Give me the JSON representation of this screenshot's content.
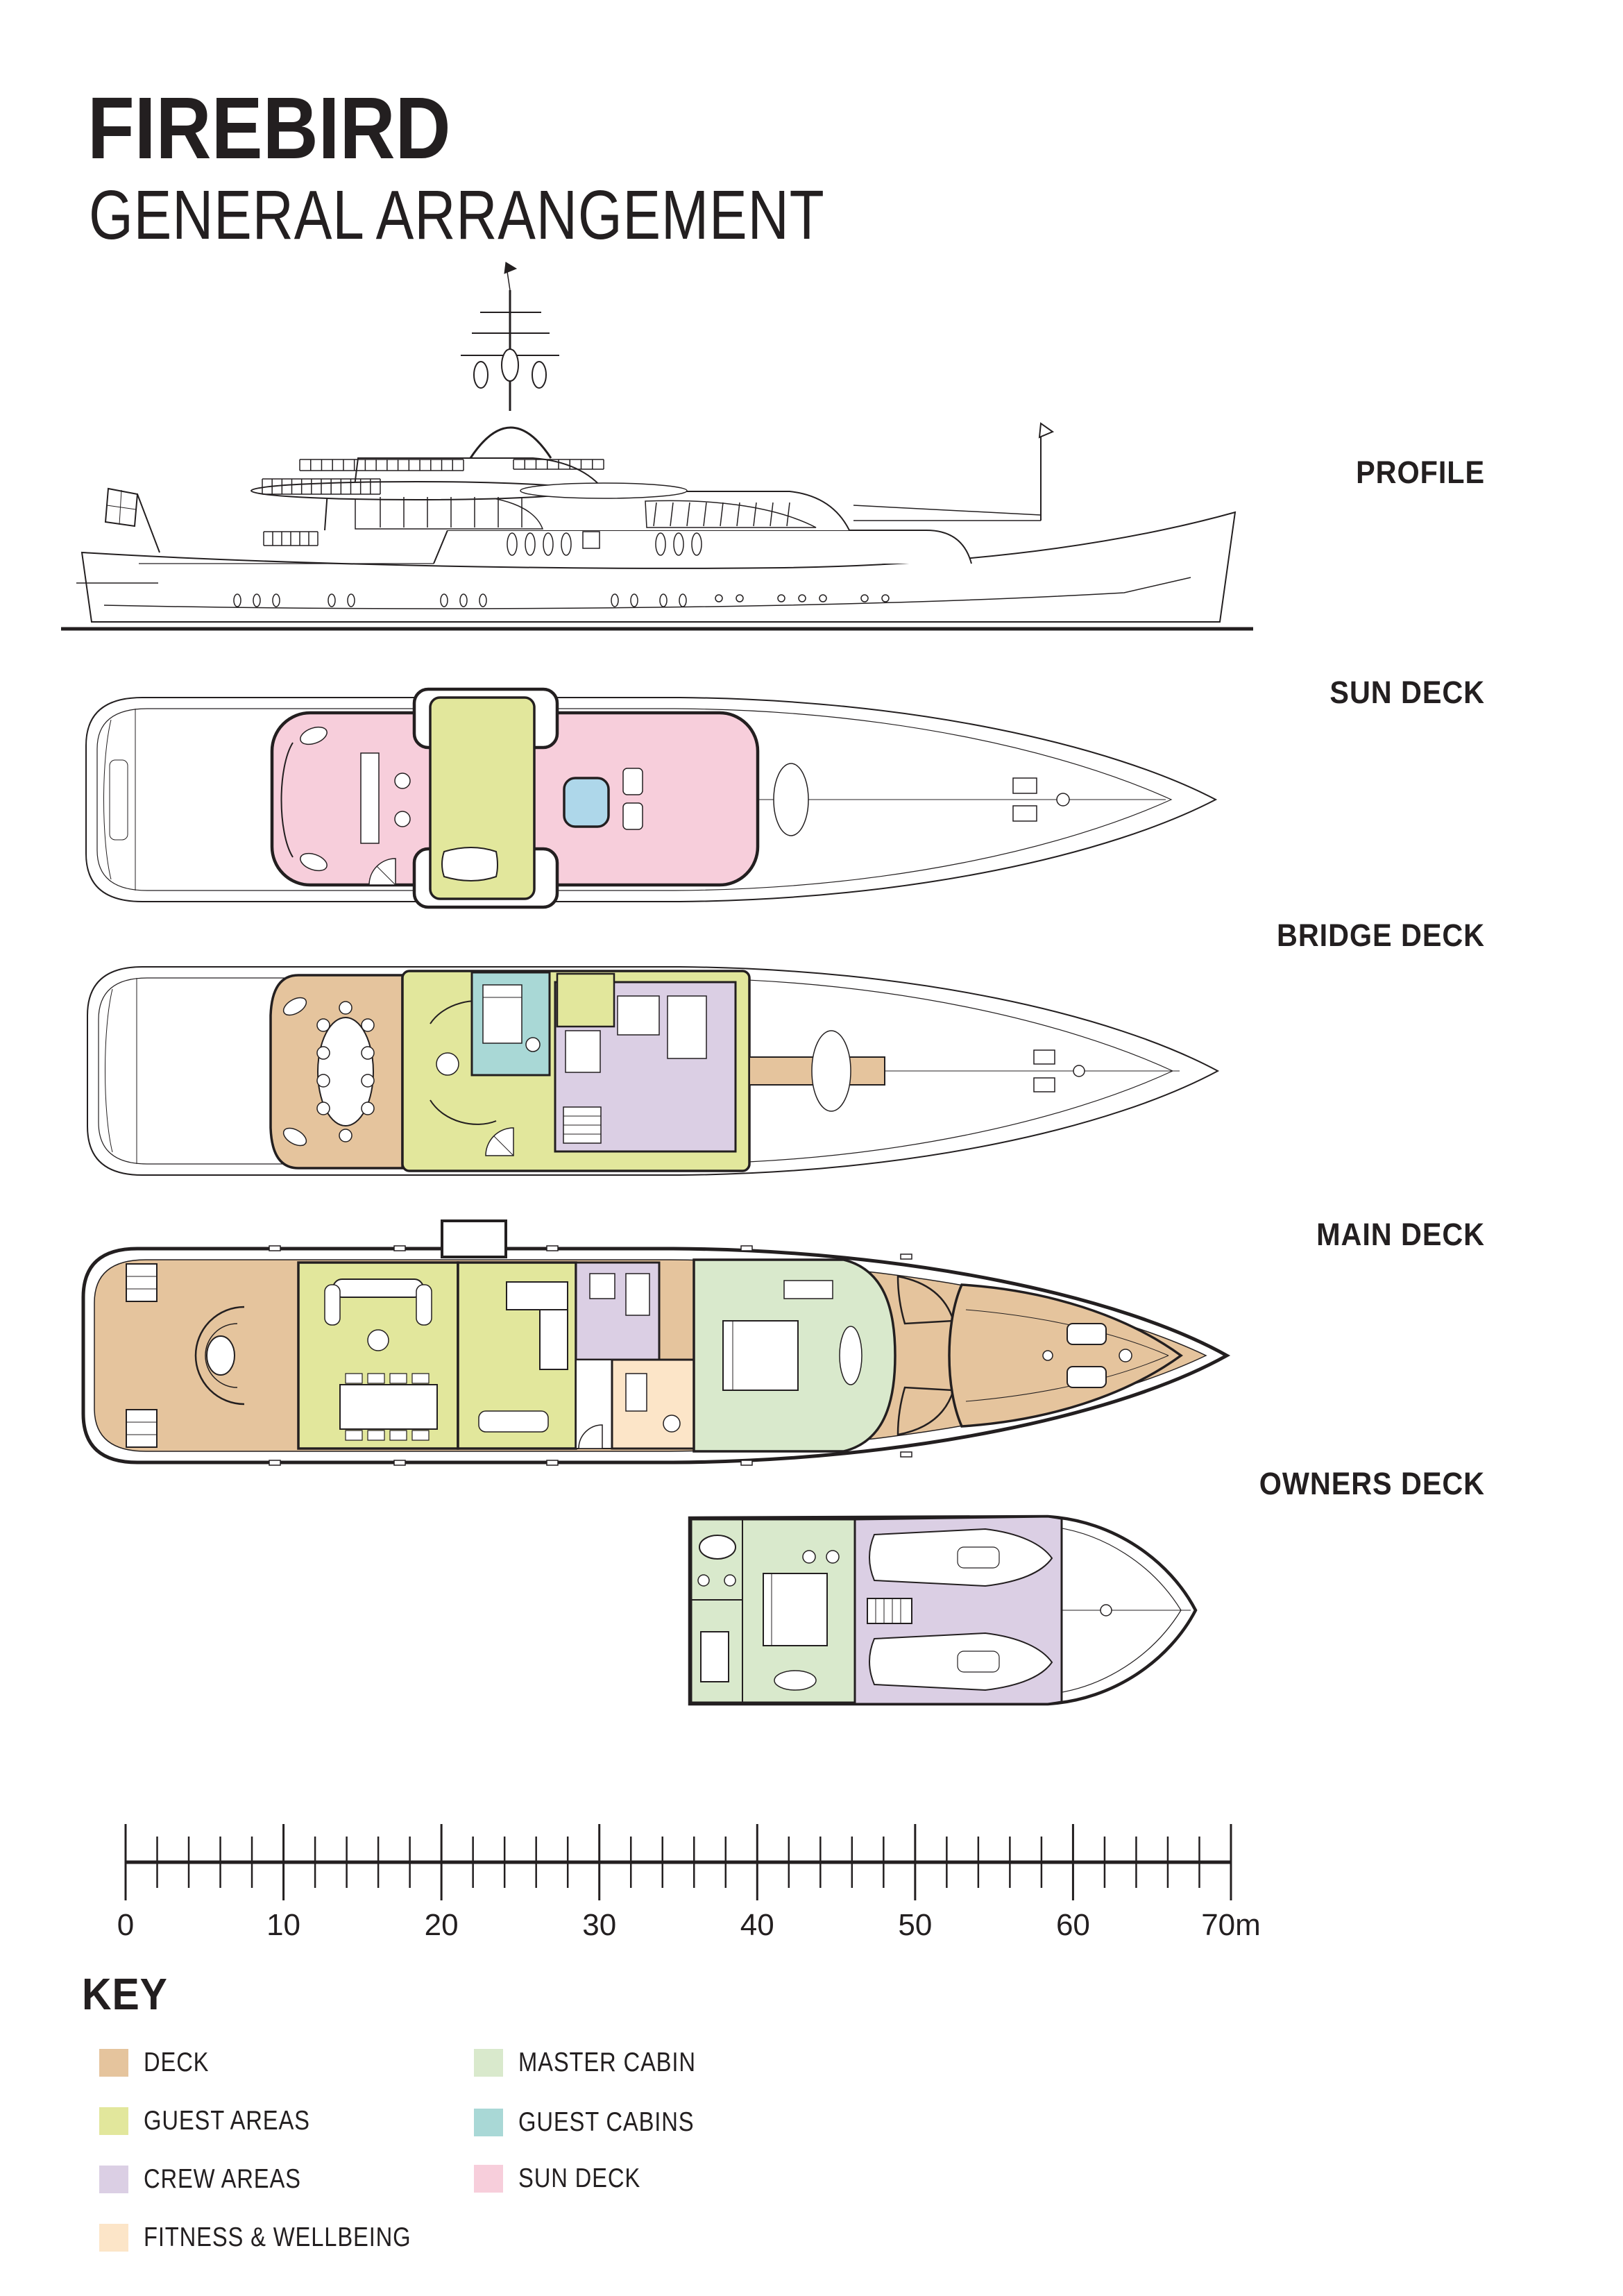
{
  "header": {
    "title": "FIREBIRD",
    "subtitle": "GENERAL ARRANGEMENT"
  },
  "deck_labels": [
    {
      "id": "profile",
      "label": "PROFILE"
    },
    {
      "id": "sun-deck",
      "label": "SUN DECK"
    },
    {
      "id": "bridge-deck",
      "label": "BRIDGE DECK"
    },
    {
      "id": "main-deck",
      "label": "MAIN DECK"
    },
    {
      "id": "owners-deck",
      "label": "OWNERS DECK"
    }
  ],
  "scale_bar": {
    "min_m": 0,
    "max_m": 70,
    "major_interval_m": 10,
    "minor_interval_m": 2,
    "labels": [
      "0",
      "10",
      "20",
      "30",
      "40",
      "50",
      "60",
      "70m"
    ]
  },
  "key": {
    "heading": "KEY",
    "columns": [
      [
        {
          "label": "DECK",
          "color": "#e5c49d"
        },
        {
          "label": "GUEST AREAS",
          "color": "#e2e79c"
        },
        {
          "label": "CREW AREAS",
          "color": "#dbcfe4"
        },
        {
          "label": "FITNESS & WELLBEING",
          "color": "#fce5c8"
        }
      ],
      [
        {
          "label": "MASTER CABIN",
          "color": "#d9e9cc"
        },
        {
          "label": "GUEST CABINS",
          "color": "#a9d8d6"
        },
        {
          "label": "SUN DECK",
          "color": "#f7cedb"
        }
      ]
    ]
  },
  "colors": {
    "ink": "#231f20",
    "deck": "#e5c49d",
    "guest_areas": "#e2e79c",
    "crew_areas": "#dbcfe4",
    "fitness": "#fce5c8",
    "master_cabin": "#d9e9cc",
    "guest_cabins": "#a9d8d6",
    "sun_deck_pink": "#f7cedb",
    "pool": "#aed7ea",
    "paper": "#ffffff"
  }
}
